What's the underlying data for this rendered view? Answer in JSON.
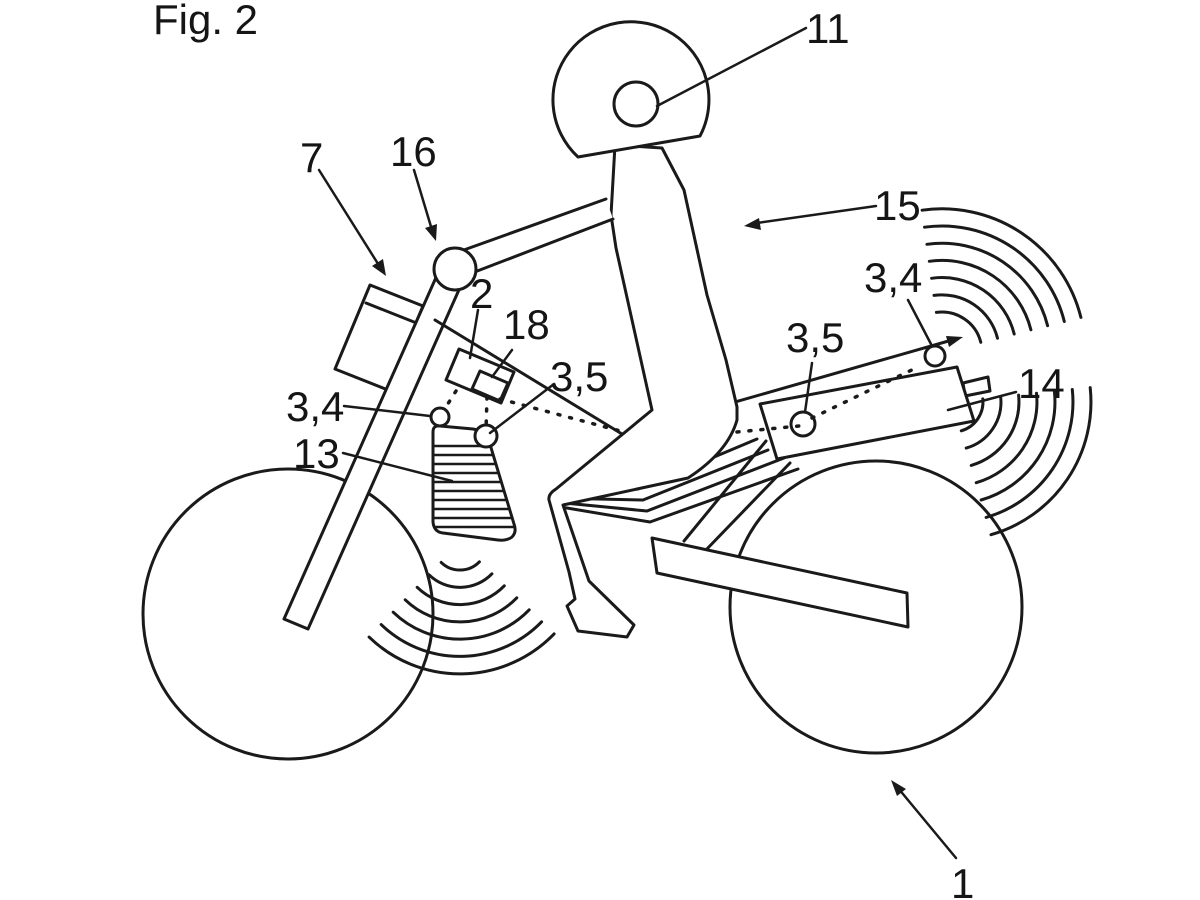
{
  "figure": {
    "title": "Fig. 2",
    "type": "patent-line-drawing",
    "subject": "bicycle with rider, sensors and signal waves"
  },
  "labels": {
    "fig_title": "Fig. 2",
    "n1": "1",
    "n2": "2",
    "n7": "7",
    "n11": "11",
    "n13": "13",
    "n14": "14",
    "n15": "15",
    "n16": "16",
    "n18": "18",
    "n34_left": "3,4",
    "n34_right": "3,4",
    "n35_center": "3,5",
    "n35_right": "3,5"
  },
  "colors": {
    "line": "#1a1a1a",
    "background": "#ffffff"
  }
}
